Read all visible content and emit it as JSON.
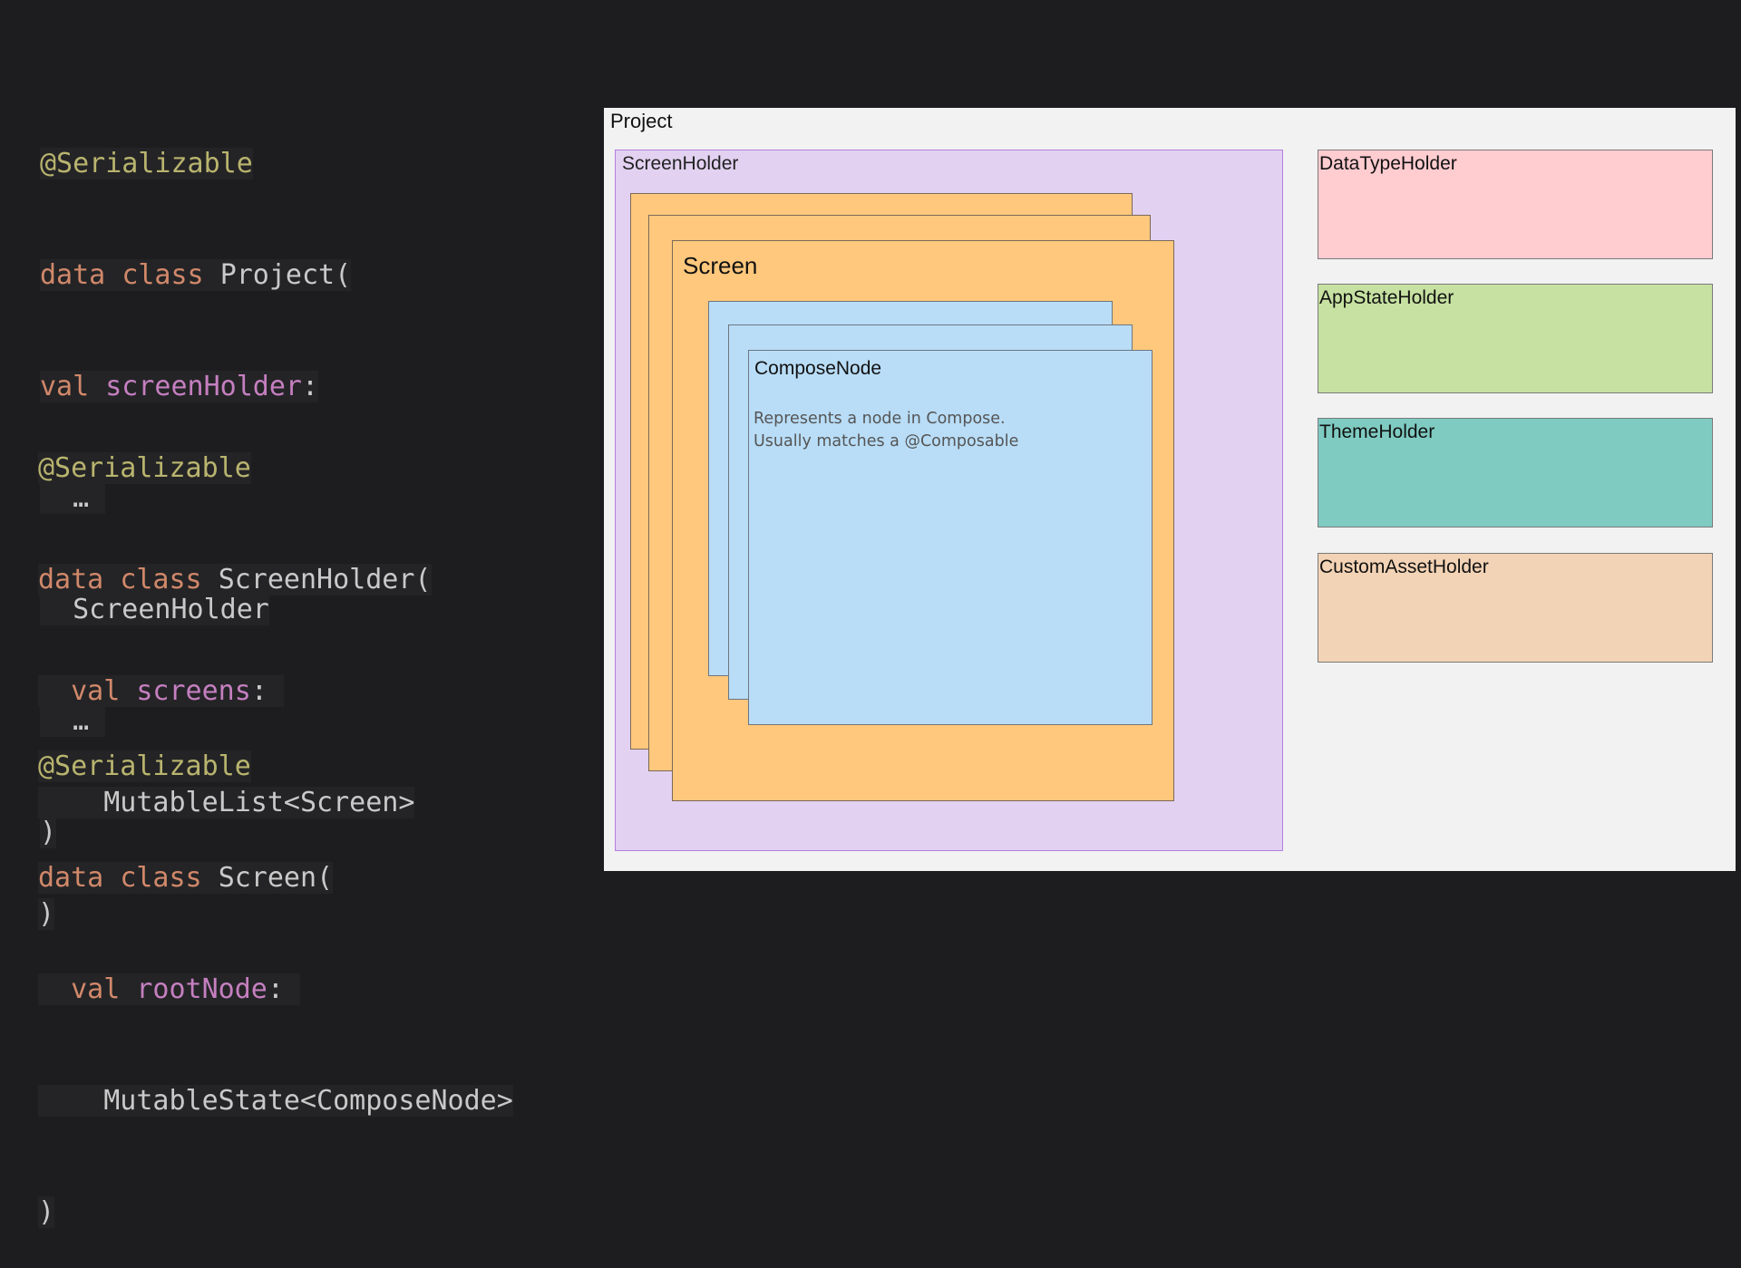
{
  "code": {
    "block1": [
      "@Serializable",
      "data class Project(",
      "val screenHolder:",
      "…",
      "ScreenHolder",
      "…",
      ")"
    ],
    "block2": [
      "@Serializable",
      "data class ScreenHolder(",
      "val screens:",
      "MutableList<Screen>",
      ")"
    ],
    "block3": [
      "@Serializable",
      "data class Screen(",
      "val rootNode:",
      "MutableState<ComposeNode>",
      ")"
    ],
    "tokens": {
      "annotation": "@Serializable",
      "data": "data",
      "class": "class",
      "val": "val",
      "project": "Project(",
      "screenHolder_prop": "screenHolder",
      "colon": ":",
      "ellipsis": "…",
      "screenHolder_type": "ScreenHolder",
      "close": ")",
      "screenHolder_class": "ScreenHolder(",
      "screens_prop": "screens",
      "mutable_list": "MutableList<Screen>",
      "screen_class": "Screen(",
      "root_node_prop": "rootNode",
      "mutable_state": "MutableState<ComposeNode>"
    },
    "colors": {
      "annotation": "#b9b46e",
      "keyword": "#d1886a",
      "property": "#c57fc0",
      "identifier": "#c9c9c9"
    }
  },
  "diagram": {
    "project_label": "Project",
    "screen_holder_label": "ScreenHolder",
    "screen_label": "Screen",
    "compose_node_label": "ComposeNode",
    "compose_node_desc": [
      "Represents a node in Compose.",
      "Usually matches a @Composable"
    ],
    "holders": [
      {
        "label": "DataTypeHolder",
        "color": "#ffccd0"
      },
      {
        "label": "AppStateHolder",
        "color": "#c6e1a1"
      },
      {
        "label": "ThemeHolder",
        "color": "#7fcbc2"
      },
      {
        "label": "CustomAssetHolder",
        "color": "#f3d3b5"
      }
    ],
    "colors": {
      "project_bg": "#f2f2f2",
      "screen_holder_bg": "#e2d1f0",
      "screen_bg": "#ffc87d",
      "compose_node_bg": "#b9ddf7"
    }
  }
}
